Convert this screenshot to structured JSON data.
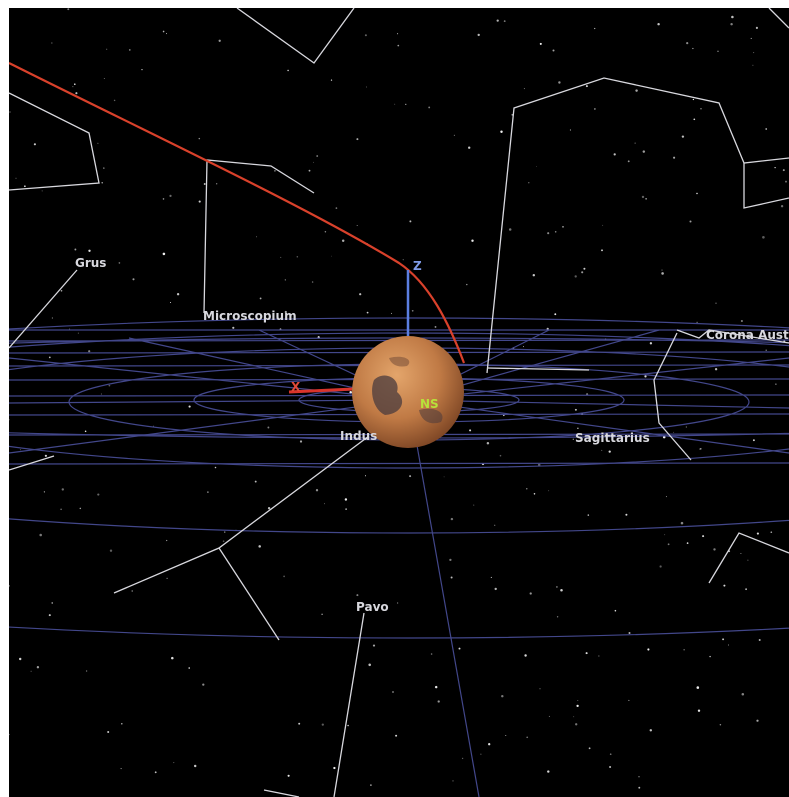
{
  "scene": {
    "planet": "Mars",
    "constellations": [
      {
        "id": "grus",
        "label": "Grus"
      },
      {
        "id": "microscopium",
        "label": "Microscopium"
      },
      {
        "id": "corona-australis",
        "label": "Corona Aust"
      },
      {
        "id": "indus",
        "label": "Indus"
      },
      {
        "id": "sagittarius",
        "label": "Sagittarius"
      },
      {
        "id": "pavo",
        "label": "Pavo"
      }
    ],
    "axes": {
      "z": "Z",
      "x": "X",
      "y_marker": "NS"
    },
    "colors": {
      "background": "#000000",
      "grid": "#4a4f9a",
      "constellation_lines": "#d8d8de",
      "trajectory": "#d9412b",
      "z_axis": "#5b7ee0",
      "x_axis": "#d9342b",
      "planet": "#c07a45",
      "y_marker": "#b8e23a"
    }
  }
}
